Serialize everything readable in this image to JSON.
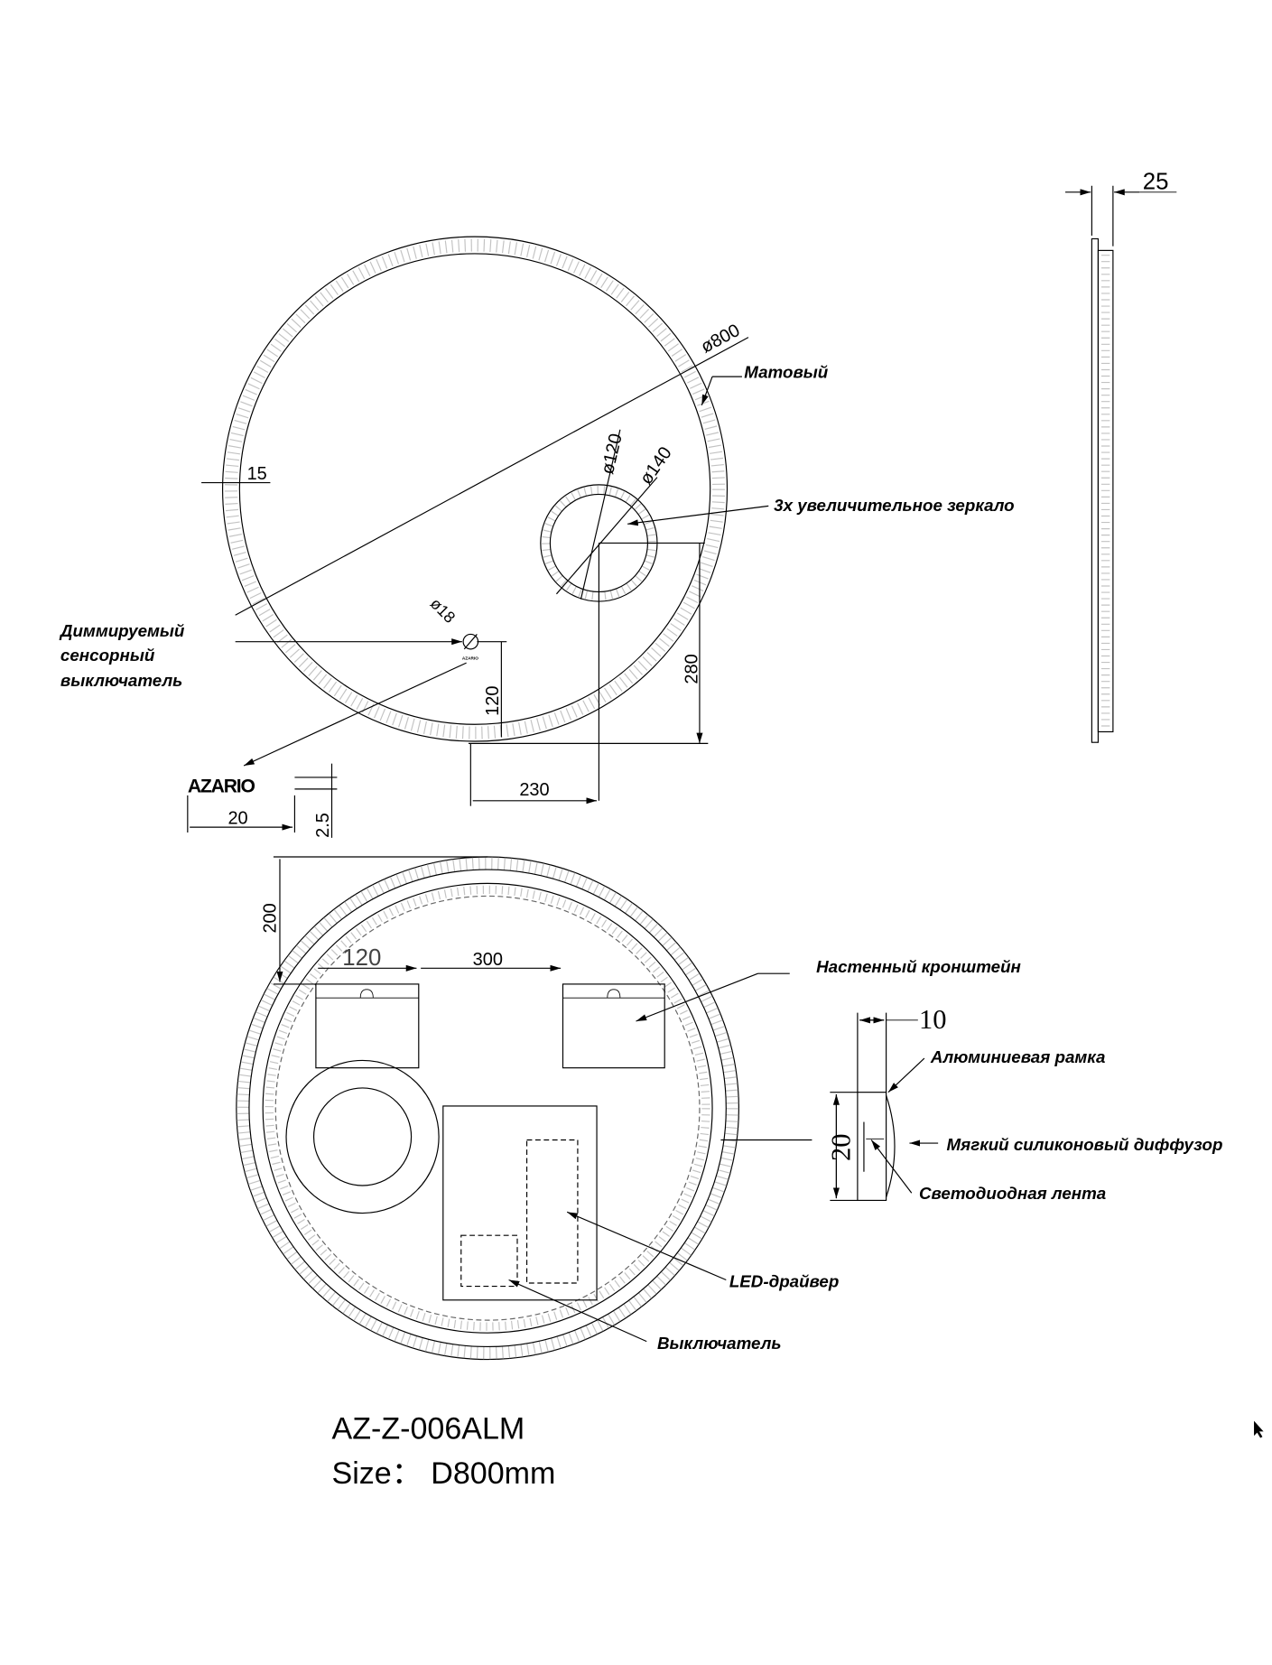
{
  "dimensions": {
    "diameter": "ø800",
    "frame_width": "15",
    "mirror_inner": "ø120",
    "mirror_outer": "ø140",
    "switch_diameter": "ø18",
    "switch_offset_v": "120",
    "mirror_offset_v": "280",
    "mirror_offset_h": "230",
    "depth": "25",
    "logo_width": "20",
    "logo_height": "2.5",
    "bracket_top": "200",
    "bracket_width": "120",
    "bracket_gap": "300",
    "profile_depth": "10",
    "profile_height": "20"
  },
  "labels": {
    "matte": "Матовый",
    "magnifier": "3х увеличительное зеркало",
    "dimmer_line1": "Диммируемый",
    "dimmer_line2": "сенсорный",
    "dimmer_line3": "выключатель",
    "wall_bracket": "Настенный кронштейн",
    "aluminium_frame": "Алюминиевая рамка",
    "diffuser": "Мягкий силиконовый диффузор",
    "led_strip": "Светодиодная лента",
    "led_driver": "LED-драйвер",
    "switch": "Выключатель"
  },
  "logo": "AZARIO",
  "switch_logo": "AZARIO",
  "model": "AZ-Z-006ALM",
  "size": "Size： D800mm"
}
